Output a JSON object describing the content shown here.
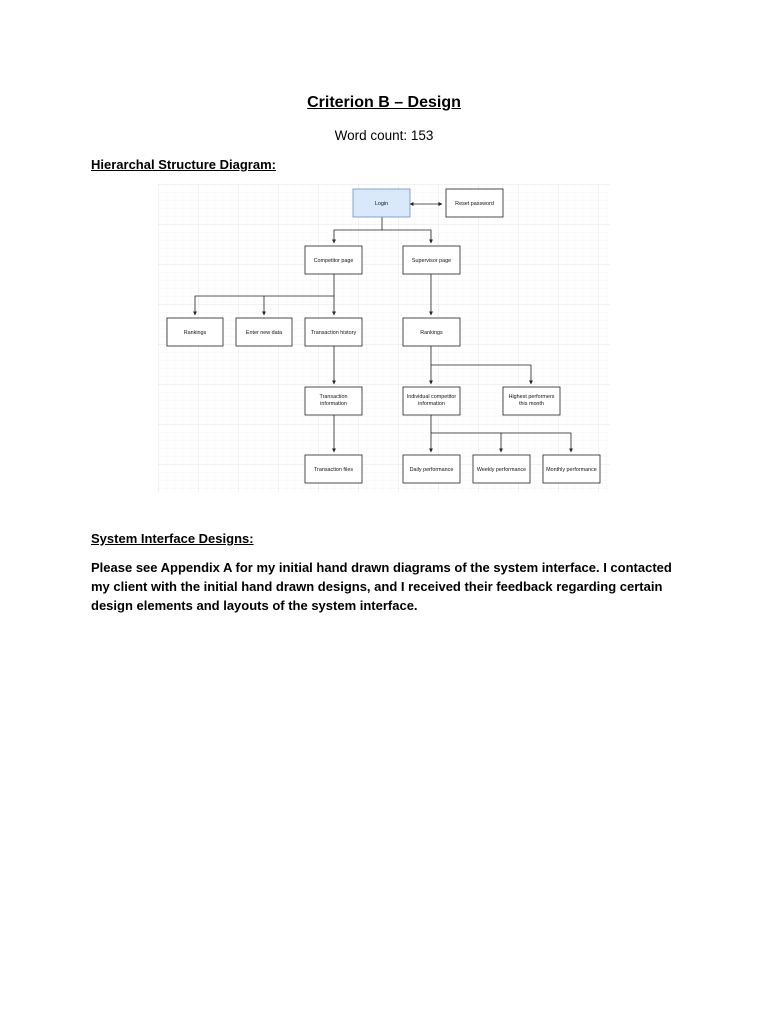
{
  "document": {
    "title": "Criterion B – Design",
    "word_count": "Word count: 153",
    "section1_heading": "Hierarchal Structure Diagram:",
    "section2_heading": "System Interface Designs:",
    "paragraph": "Please see Appendix A for my initial hand drawn diagrams of the system interface. I contacted my client with the initial hand drawn designs, and I received their feedback regarding certain design elements and layouts of the system interface."
  },
  "diagram": {
    "nodes": {
      "login": "Login",
      "reset_password": "Reset password",
      "competitor_page": "Competitor page",
      "supervisor_page": "Supervisor page",
      "rankings_left": "Rankings",
      "enter_new_data": "Enter new data",
      "transaction_history": "Transaction history",
      "rankings_right": "Rankings",
      "transaction_information_1": "Transaction",
      "transaction_information_2": "information",
      "individual_competitor_1": "Individual competitor",
      "individual_competitor_2": "information",
      "highest_performers_1": "Highest performers",
      "highest_performers_2": "this month",
      "transaction_files": "Transaction files",
      "daily_performance": "Daily performance",
      "weekly_performance": "Weekly performance",
      "monthly_performance": "Monthly performance"
    },
    "colors": {
      "login_fill": "#dae8fc",
      "login_stroke": "#6c8ebf",
      "grid": "#e6e6e6"
    }
  }
}
